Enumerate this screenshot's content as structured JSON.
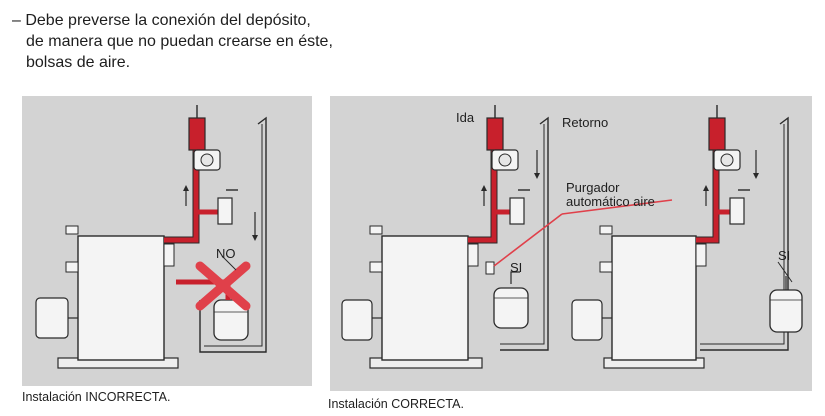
{
  "intro": {
    "line1": "– Debe preverse la conexión del depósito,",
    "line2": "de manera que no puedan crearse en éste,",
    "line3": "bolsas de aire."
  },
  "labels": {
    "no": "NO",
    "ida": "Ida",
    "retorno": "Retorno",
    "purgador_line1": "Purgador",
    "purgador_line2": "automático aire",
    "si_middle": "SI",
    "si_right": "SI"
  },
  "captions": {
    "incorrect": "Instalación INCORRECTA.",
    "correct": "Instalación CORRECTA."
  },
  "colors": {
    "panel": "#d3d3d3",
    "pipe_red": "#c8202c",
    "cross_red": "#e0404a",
    "boiler": "#f4f4f4",
    "line": "#2a2a2a"
  }
}
